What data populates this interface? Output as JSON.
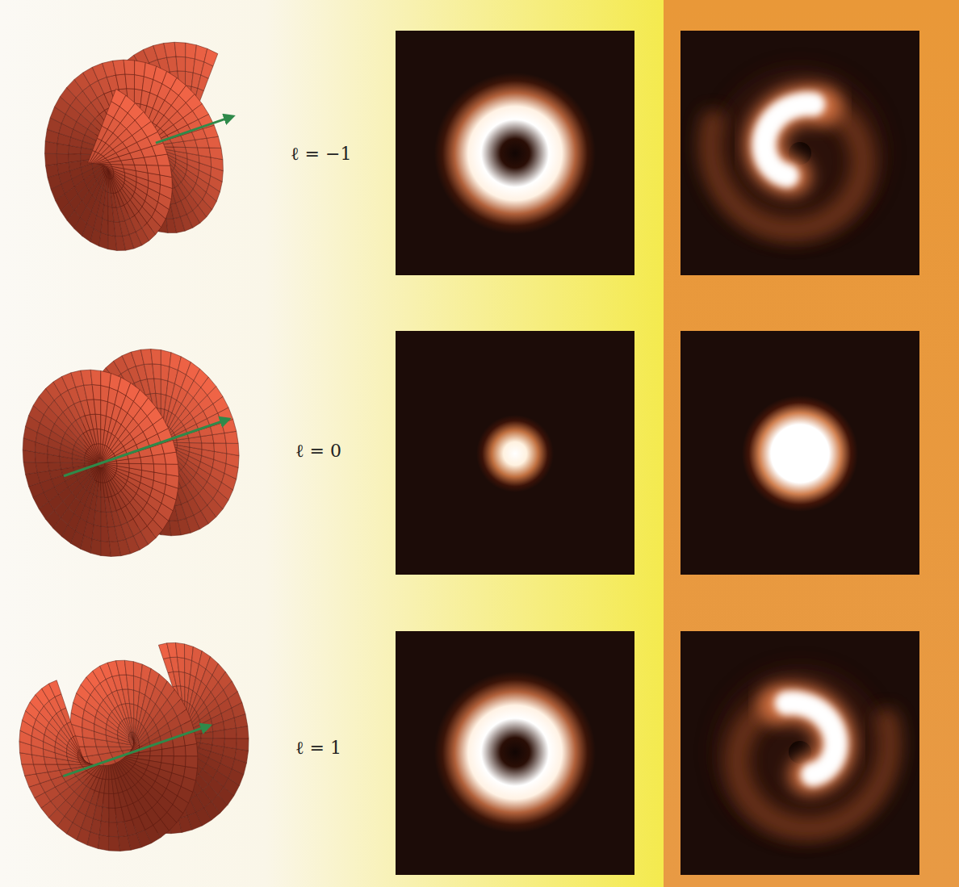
{
  "diagram": {
    "labels": [
      "ℓ = −1",
      "ℓ = 0",
      "ℓ = 1"
    ]
  }
}
